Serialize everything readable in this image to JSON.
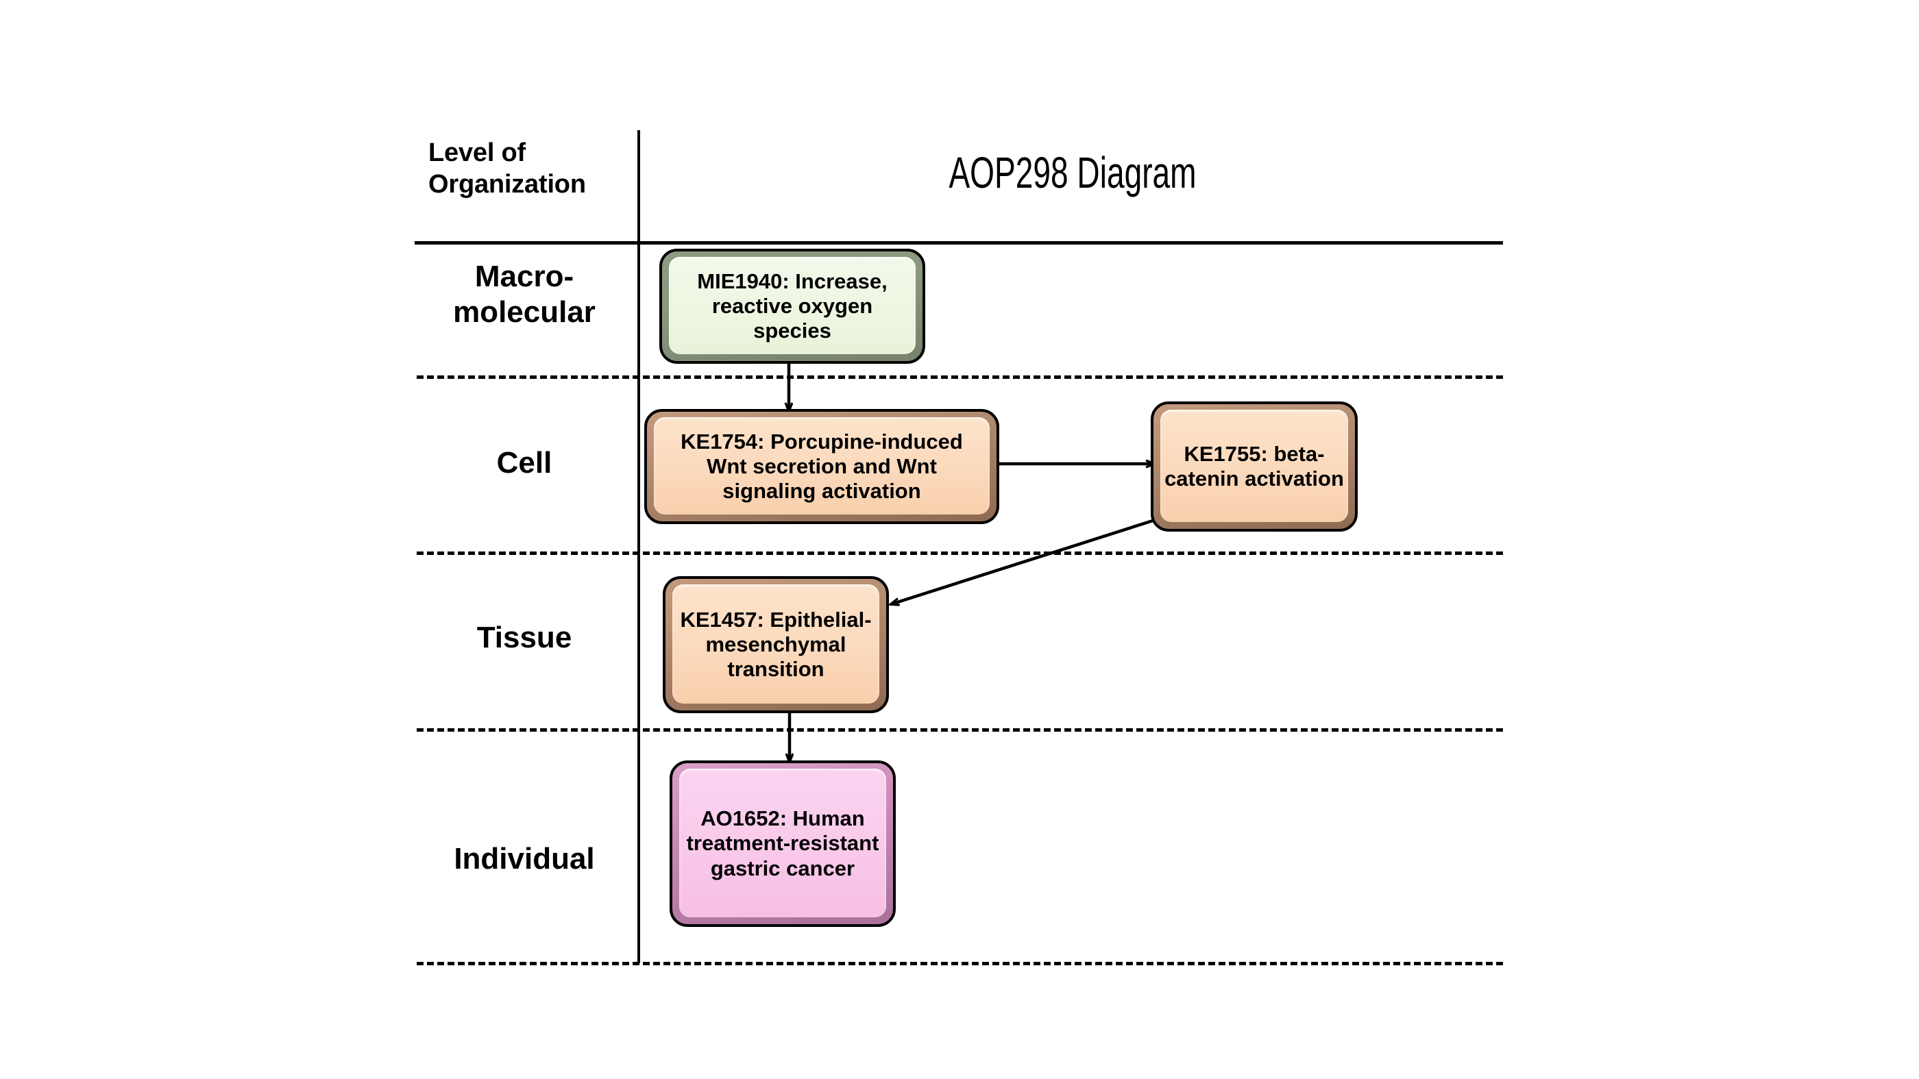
{
  "header": {
    "level_label_line1": "Level of",
    "level_label_line2": "Organization",
    "title": "AOP298 Diagram"
  },
  "rows": [
    {
      "id": "macromolecular",
      "label_line1": "Macro-",
      "label_line2": "molecular"
    },
    {
      "id": "cell",
      "label_line1": "Cell",
      "label_line2": ""
    },
    {
      "id": "tissue",
      "label_line1": "Tissue",
      "label_line2": ""
    },
    {
      "id": "individual",
      "label_line1": "Individual",
      "label_line2": ""
    }
  ],
  "nodes": [
    {
      "id": "mie1940",
      "type": "MIE",
      "row": "macromolecular",
      "text": "MIE1940: Increase, reactive oxygen species",
      "fill": "#eef6e2",
      "border": "#8b9880"
    },
    {
      "id": "ke1754",
      "type": "KE",
      "row": "cell",
      "text": "KE1754: Porcupine-induced Wnt secretion and Wnt signaling activation",
      "fill": "#fbd9bc",
      "border": "#b08a6e"
    },
    {
      "id": "ke1755",
      "type": "KE",
      "row": "cell",
      "text": "KE1755: beta-catenin activation",
      "fill": "#fbd9bc",
      "border": "#b08a6e"
    },
    {
      "id": "ke1457",
      "type": "KE",
      "row": "tissue",
      "text": "KE1457: Epithelial-mesenchymal transition",
      "fill": "#fbd9bc",
      "border": "#b08a6e"
    },
    {
      "id": "ao1652",
      "type": "AO",
      "row": "individual",
      "text": "AO1652: Human treatment-resistant gastric cancer",
      "fill": "#f9c9ea",
      "border": "#c98bb5"
    }
  ],
  "edges": [
    {
      "id": "edge-mie1940-ke1754",
      "from": "mie1940",
      "to": "ke1754",
      "style": "vertical-arrow"
    },
    {
      "id": "edge-ke1754-ke1755",
      "from": "ke1754",
      "to": "ke1755",
      "style": "horizontal-arrow"
    },
    {
      "id": "edge-ke1755-ke1457",
      "from": "ke1755",
      "to": "ke1457",
      "style": "diagonal-arrow"
    },
    {
      "id": "edge-ke1457-ao1652",
      "from": "ke1457",
      "to": "ao1652",
      "style": "vertical-arrow"
    }
  ],
  "colors": {
    "background": "#ffffff",
    "rule": "#000000",
    "text": "#000000"
  }
}
